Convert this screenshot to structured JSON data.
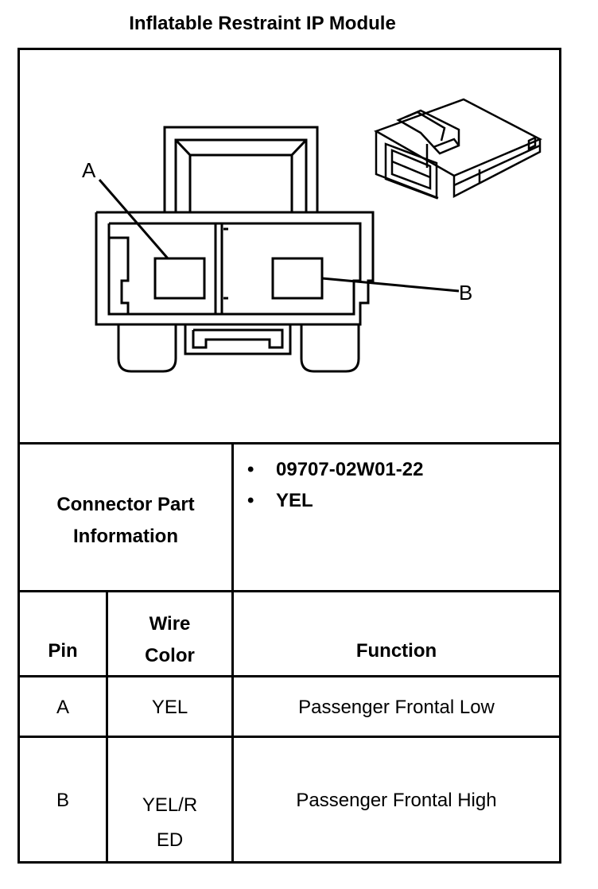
{
  "title": "Inflatable Restraint IP Module",
  "diagram": {
    "pin_labels": [
      "A",
      "B"
    ],
    "icons": [
      "connector-face-drawing",
      "connector-3d-icon"
    ]
  },
  "connector_info": {
    "label_line1": "Connector Part",
    "label_line2": "Information",
    "bullet": "•",
    "items": [
      "09707-02W01-22",
      "YEL"
    ]
  },
  "table": {
    "headers": {
      "pin": "Pin",
      "wire_color_line1": "Wire",
      "wire_color_line2": "Color",
      "function": "Function"
    },
    "rows": [
      {
        "pin": "A",
        "wire_color_line1": "YEL",
        "wire_color_line2": "",
        "function": "Passenger Frontal Low"
      },
      {
        "pin": "B",
        "wire_color_line1": "YEL/R",
        "wire_color_line2": "ED",
        "function": "Passenger Frontal High"
      }
    ]
  }
}
